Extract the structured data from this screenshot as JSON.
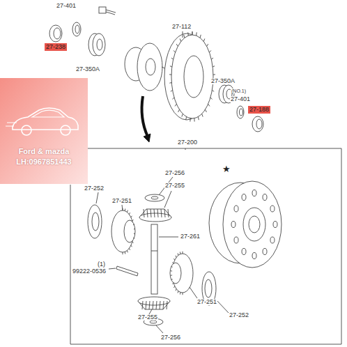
{
  "diagram": {
    "nodes": [
      {
        "text": [
          "Ford & mazda",
          "LH:0967851443"
        ]
      }
    ],
    "labels": [
      "27-401",
      "27-238",
      "27-350A",
      "27-112",
      "27-350A",
      "(NO.1)",
      "27-401",
      "27-188",
      "27-200",
      "★",
      "27-256",
      "27-252",
      "27-251",
      "27-255",
      "27-261",
      "(1)",
      "99222-0536",
      "27-251",
      "27-255",
      "27-252",
      "27-256"
    ]
  }
}
